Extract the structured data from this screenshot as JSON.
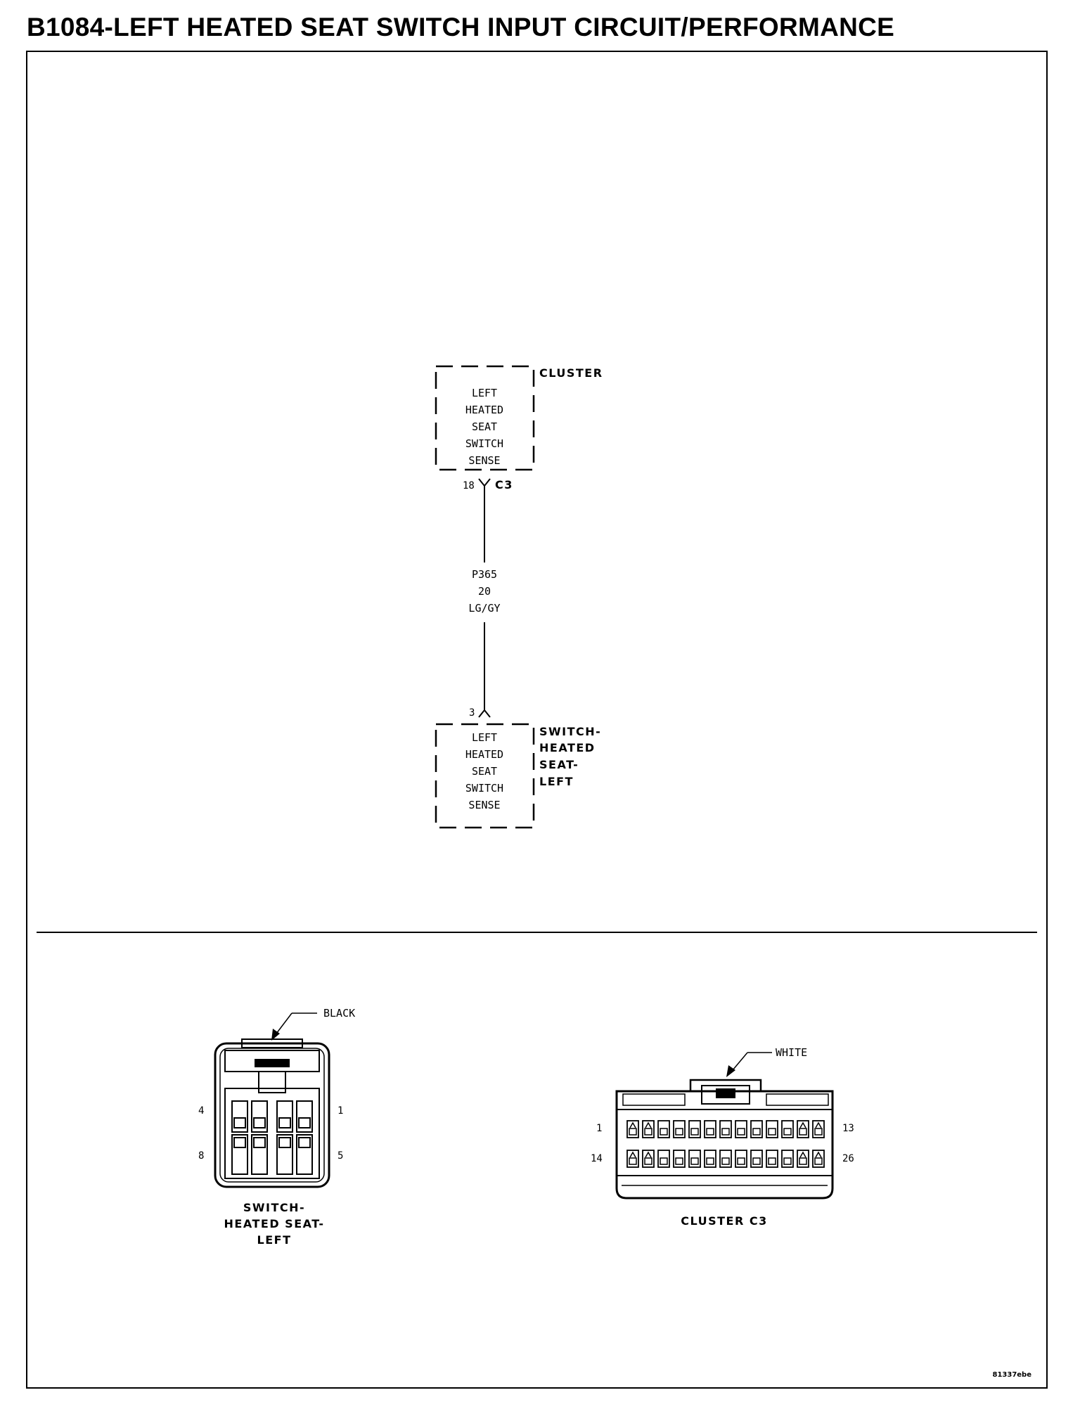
{
  "title": "B1084-LEFT HEATED SEAT SWITCH INPUT CIRCUIT/PERFORMANCE",
  "cluster_box": {
    "name": "CLUSTER",
    "function_lines": [
      "LEFT",
      "HEATED",
      "SEAT",
      "SWITCH",
      "SENSE"
    ],
    "pin": "18",
    "connector": "C3"
  },
  "wire": {
    "circuit": "P365",
    "gauge": "20",
    "color": "LG/GY"
  },
  "switch_box": {
    "name_lines": [
      "SWITCH-",
      "HEATED",
      "SEAT-",
      "LEFT"
    ],
    "function_lines": [
      "LEFT",
      "HEATED",
      "SEAT",
      "SWITCH",
      "SENSE"
    ],
    "pin": "3"
  },
  "switch_connector": {
    "color_label": "BLACK",
    "pins": {
      "top_left": "4",
      "top_right": "1",
      "bottom_left": "8",
      "bottom_right": "5"
    },
    "caption_lines": [
      "SWITCH-",
      "HEATED SEAT-",
      "LEFT"
    ]
  },
  "cluster_connector": {
    "color_label": "WHITE",
    "pins": {
      "top_left": "1",
      "top_right": "13",
      "bottom_left": "14",
      "bottom_right": "26"
    },
    "caption": "CLUSTER C3"
  },
  "figure_code": "81337ebe"
}
